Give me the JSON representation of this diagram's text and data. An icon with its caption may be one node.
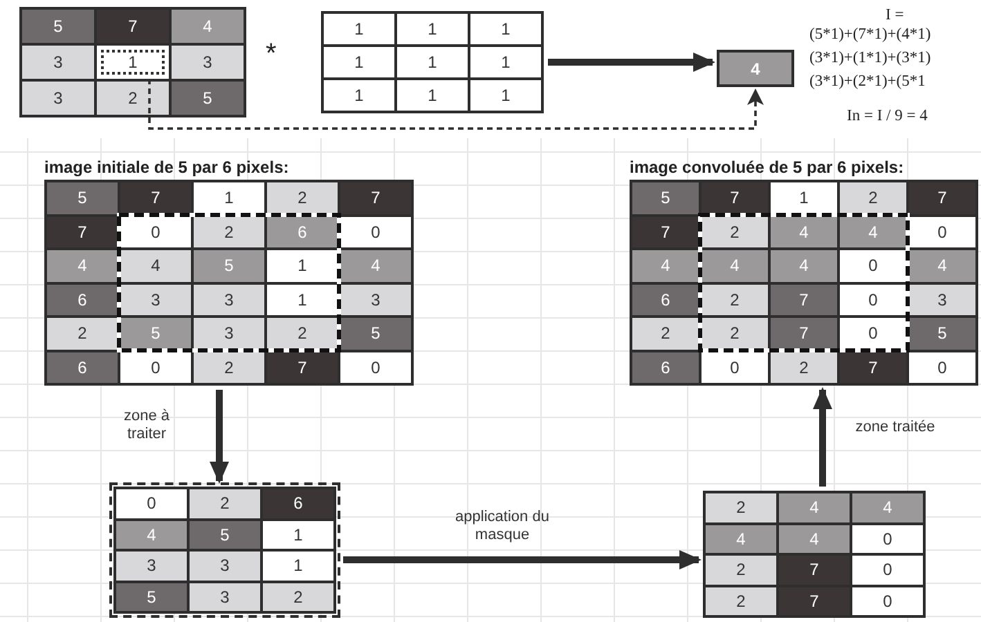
{
  "diagram": {
    "nodes": [
      {
        "text": [
          "5",
          "7",
          "4",
          "3",
          "3",
          "3",
          "2",
          "5"
        ]
      },
      {
        "text": [
          "1"
        ],
        "in": 0
      },
      {
        "text": [
          "1",
          "1",
          "1",
          "1",
          "1",
          "1",
          "1",
          "1",
          "1"
        ]
      },
      {
        "text": [
          "4"
        ]
      },
      {
        "text": [
          "image initiale de 5 par 6 pixels:",
          "5",
          "7",
          "1",
          "2",
          "7",
          "7",
          "0",
          "2",
          "6",
          "0",
          "4",
          "4",
          "5",
          "1",
          "4",
          "6",
          "3",
          "3",
          "1",
          "3",
          "2",
          "5",
          "3",
          "2",
          "5",
          "6",
          "0",
          "2",
          "7",
          "0"
        ]
      },
      {
        "text": [
          "0",
          "2",
          "6",
          "4",
          "5",
          "1",
          "3",
          "3",
          "1",
          "5",
          "3",
          "2"
        ]
      },
      {
        "text": [
          "2",
          "4",
          "4",
          "4",
          "4",
          "0",
          "2",
          "7",
          "0",
          "2",
          "7",
          "0"
        ]
      },
      {
        "text": [
          "image convoluée de 5 par 6 pixels:",
          "5",
          "7",
          "1",
          "2",
          "7",
          "7",
          "2",
          "4",
          "4",
          "0",
          "4",
          "4",
          "4",
          "0",
          "4",
          "6",
          "2",
          "7",
          "0",
          "3",
          "2",
          "2",
          "7",
          "0",
          "5",
          "6",
          "0",
          "2",
          "7",
          "0"
        ]
      }
    ],
    "edges": [
      {
        "from": 2,
        "to": 3,
        "arrow": "to"
      },
      {
        "from": 1,
        "to": 3,
        "arrow": "to",
        "style": "dashed"
      },
      {
        "from": 4,
        "to": 5,
        "arrow": "to",
        "label": "zone à traiter"
      },
      {
        "from": 5,
        "to": 6,
        "arrow": "to",
        "label": "application du masque"
      },
      {
        "from": 6,
        "to": 7,
        "arrow": "to",
        "label": "zone traitée"
      }
    ],
    "labels": [
      "*",
      "I =",
      "(5*1)+(7*1)+(4*1)",
      "(3*1)+(1*1)+(3*1)",
      "(3*1)+(2*1)+(5*1",
      "In = I / 9 = 4"
    ]
  }
}
